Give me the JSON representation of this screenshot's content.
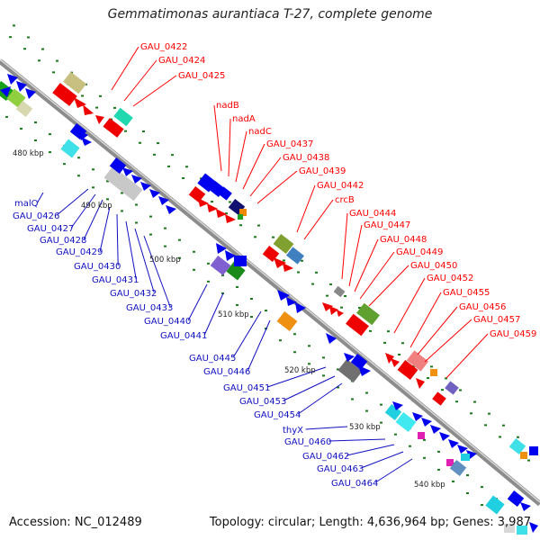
{
  "title": "Gemmatimonas aurantiaca T-27, complete genome",
  "accession": "Accession: NC_012489",
  "topology": "Topology: circular; Length: 4,636,964 bp; Genes: 3,987",
  "colors": {
    "forward_label": "#ff0000",
    "reverse_label": "#1010c0",
    "backbone": "#999999",
    "tick": "#1a7a1a"
  },
  "kbp_ticks": [
    "480 kbp",
    "490 kbp",
    "500 kbp",
    "510 kbp",
    "520 kbp",
    "530 kbp",
    "540 kbp"
  ],
  "forward_labels": [
    "GAU_0422",
    "GAU_0424",
    "GAU_0425",
    "nadB",
    "nadA",
    "nadC",
    "GAU_0437",
    "GAU_0438",
    "GAU_0439",
    "GAU_0442",
    "crcB",
    "GAU_0444",
    "GAU_0447",
    "GAU_0448",
    "GAU_0449",
    "GAU_0450",
    "GAU_0452",
    "GAU_0455",
    "GAU_0456",
    "GAU_0457",
    "GAU_0459"
  ],
  "reverse_labels": [
    "malQ",
    "GAU_0426",
    "GAU_0427",
    "GAU_0428",
    "GAU_0429",
    "GAU_0430",
    "GAU_0431",
    "GAU_0432",
    "GAU_0433",
    "GAU_0440",
    "GAU_0441",
    "GAU_0445",
    "GAU_0446",
    "GAU_0451",
    "GAU_0453",
    "GAU_0454",
    "thyX",
    "GAU_0460",
    "GAU_0462",
    "GAU_0463",
    "GAU_0464"
  ]
}
